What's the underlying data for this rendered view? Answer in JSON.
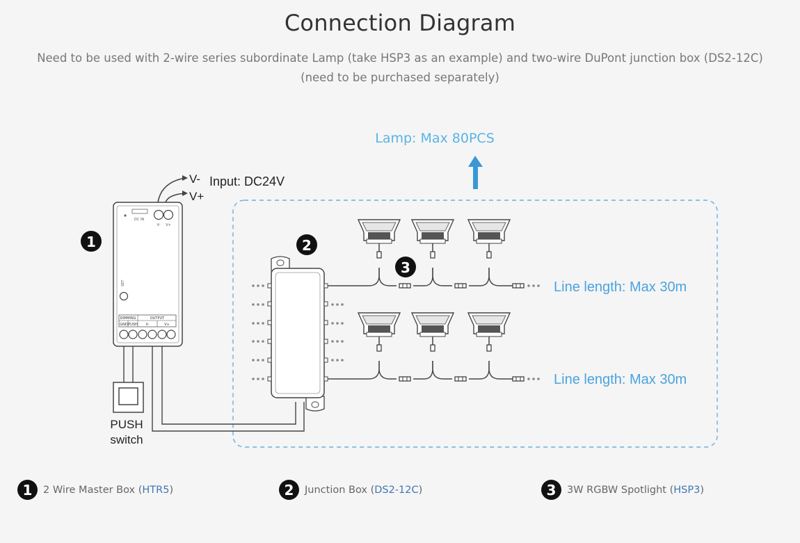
{
  "title": "Connection Diagram",
  "subtitle_line1": "Need to be used with 2-wire series subordinate Lamp (take HSP3 as an example) and two-wire DuPont junction box (DS2-12C)",
  "subtitle_line2": "(need to be purchased separately)",
  "diagram": {
    "lamp_label": "Lamp: Max 80PCS",
    "input_label": "Input: DC24V",
    "v_minus": "V-",
    "v_plus": "V+",
    "push_label": "PUSH",
    "switch_label": "switch",
    "line_length_1": "Line length: Max 30m",
    "line_length_2": "Line length: Max 30m",
    "badge_1": "1",
    "badge_2": "2",
    "badge_3": "3",
    "box_text": {
      "dimming": "DIMMING",
      "output": "OUTPUT",
      "gnd": "GND",
      "push": "PUSH",
      "vminus": "V-",
      "vplus": "V+"
    }
  },
  "legend": [
    {
      "num": "1",
      "text": "2 Wire Master Box (",
      "code": "HTR5",
      "close": ")"
    },
    {
      "num": "2",
      "text": "Junction Box (",
      "code": "DS2-12C",
      "close": ")"
    },
    {
      "num": "3",
      "text": "3W RGBW Spotlight (",
      "code": "HSP3",
      "close": ")"
    }
  ],
  "colors": {
    "accent_blue": "#4aa3df",
    "code_blue": "#3f76b4",
    "line_gray": "#555555"
  }
}
